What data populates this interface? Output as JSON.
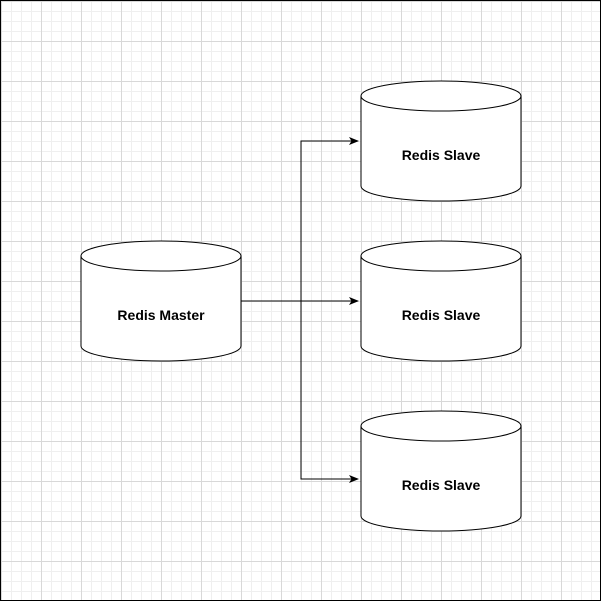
{
  "colors": {
    "stroke": "#000000",
    "fill": "#ffffff",
    "grid_major": "#d8d8d8",
    "grid_minor": "#efefef"
  },
  "master": {
    "label": "Redis Master"
  },
  "slaves": [
    {
      "label": "Redis Slave"
    },
    {
      "label": "Redis Slave"
    },
    {
      "label": "Redis Slave"
    }
  ]
}
